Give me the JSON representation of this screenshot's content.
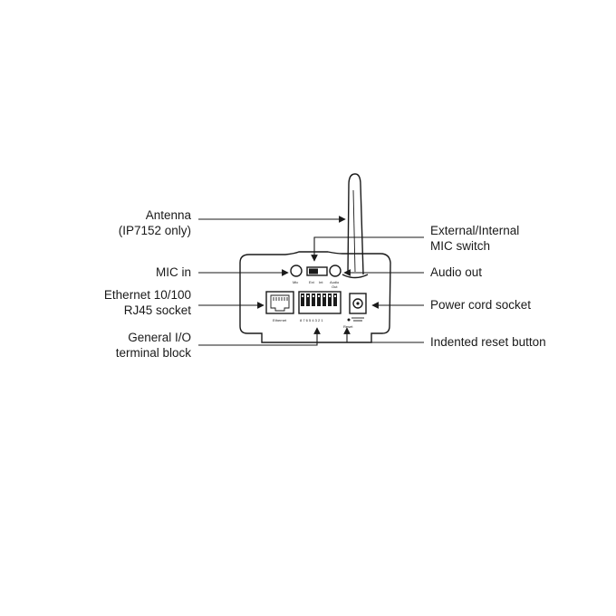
{
  "labels": {
    "antenna": [
      "Antenna",
      "(IP7152 only)"
    ],
    "mic_in": "MIC in",
    "ethernet": [
      "Ethernet 10/100",
      "RJ45 socket"
    ],
    "general_io": [
      "General I/O",
      "terminal block"
    ],
    "mic_switch": [
      "External/Internal",
      "MIC switch"
    ],
    "audio_out": "Audio out",
    "power": "Power cord socket",
    "reset": "Indented reset button"
  },
  "panel_text": {
    "mic": "Mic",
    "ext": "Ext",
    "int": "Int",
    "audio_out": [
      "Audio",
      "Out"
    ],
    "ethernet": "Ethernet",
    "terminal_numbers": "8 7 6 5 4 3 2 1",
    "reset": "Reset"
  }
}
